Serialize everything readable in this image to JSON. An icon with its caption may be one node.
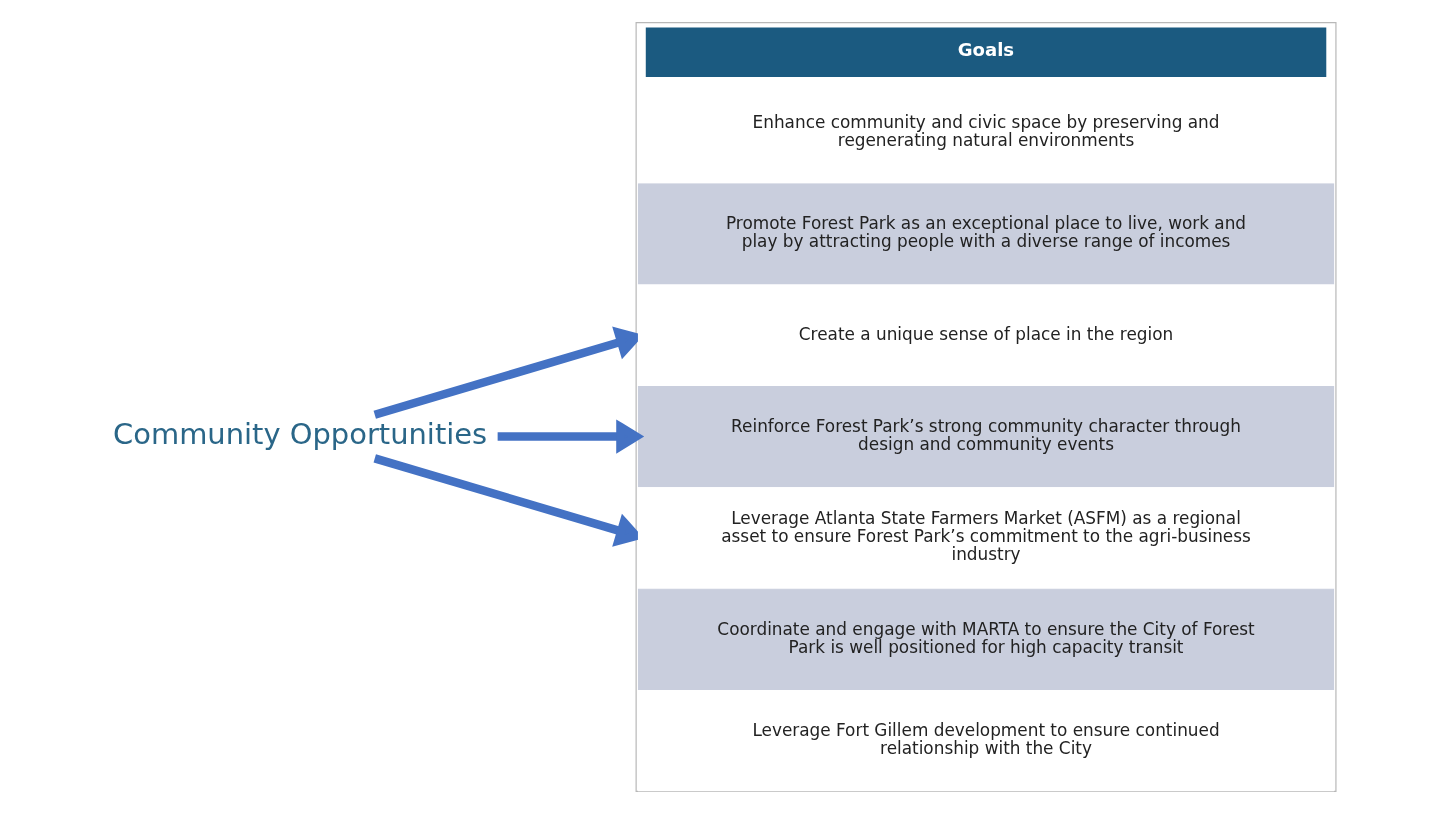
{
  "diagram": {
    "nodes": [
      {
        "text": [
          "Community Opportunities"
        ]
      },
      {
        "text": [
          "Goals"
        ]
      },
      {
        "text": [
          "Enhance community and civic space by preserving and regenerating natural environments"
        ],
        "in": 1
      },
      {
        "text": [
          "Promote Forest Park as an exceptional place to live, work and play by attracting people with a diverse range of incomes"
        ],
        "in": 1
      },
      {
        "text": [
          "Create a unique sense of place in the region"
        ],
        "in": 1
      },
      {
        "text": [
          "Reinforce Forest Park’s strong community character through design and community events"
        ],
        "in": 1
      },
      {
        "text": [
          "Leverage Atlanta State Farmers Market (ASFM) as a regional asset to ensure Forest Park’s commitment to the agri-business industry"
        ],
        "in": 1
      },
      {
        "text": [
          "Coordinate and engage with MARTA to ensure the City of Forest Park is well positioned for high capacity transit"
        ],
        "in": 1
      },
      {
        "text": [
          "Leverage Fort Gillem development to ensure continued relationship with the City"
        ],
        "in": 1
      }
    ],
    "edges": [
      {
        "from": 0,
        "to": 1,
        "arrow": "to"
      },
      {
        "from": 0,
        "to": 1,
        "arrow": "to"
      },
      {
        "from": 0,
        "to": 1,
        "arrow": "to"
      }
    ]
  }
}
